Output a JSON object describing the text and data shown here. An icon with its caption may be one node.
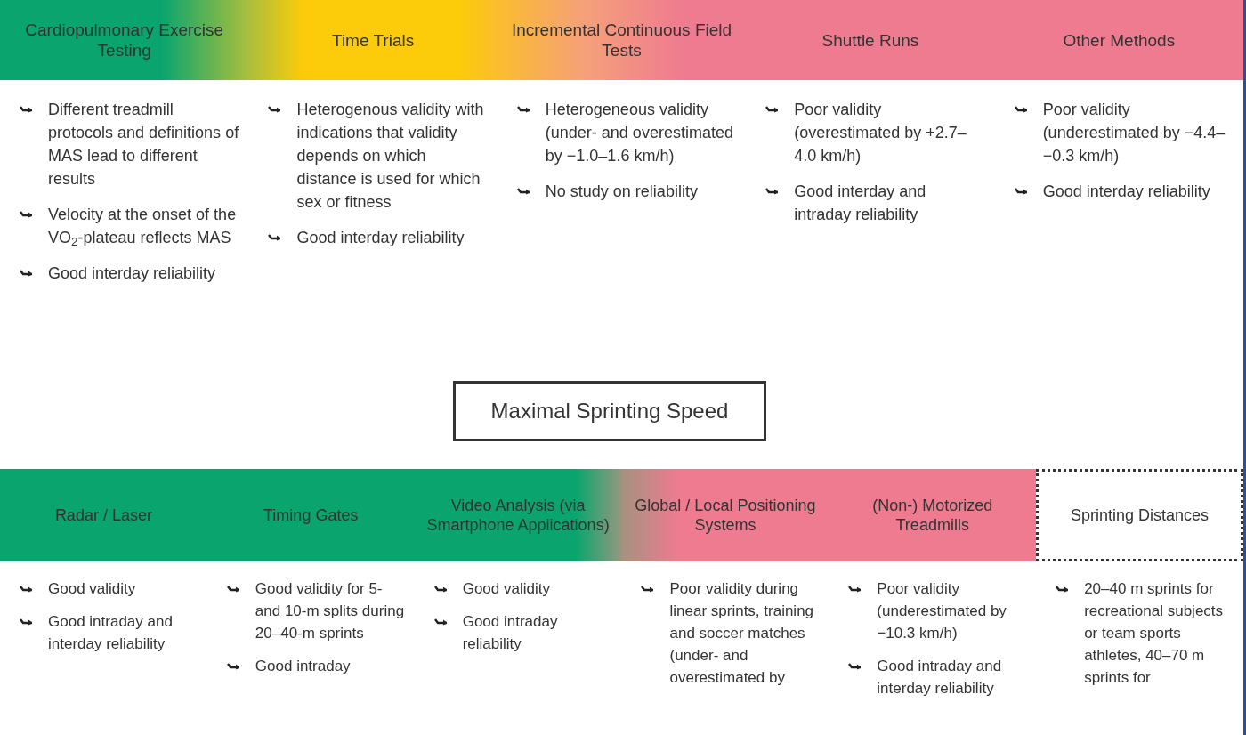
{
  "diagram": {
    "nodes": [
      {
        "text": [
          "Cardiopulmonary Exercise Testing"
        ],
        "beside": [
          "Different treadmill protocols and definitions of MAS lead to different results",
          "Velocity at the onset of the VO$_{2}$-plateau reflects MAS",
          "Good interday reliability"
        ]
      },
      {
        "text": [
          "Time Trials"
        ],
        "beside": [
          "Heterogenous validity with indications that validity depends on which distance is used for which sex or fitness",
          "Good interday reliability"
        ]
      },
      {
        "text": [
          "Incremental Continuous Field Tests"
        ],
        "beside": [
          "Heterogeneous validity (under- and overestimated by −1.0–1.6 km/h)",
          "No study on reliability"
        ]
      },
      {
        "text": [
          "Shuttle Runs"
        ],
        "beside": [
          "Poor validity (overestimated by +2.7–4.0 km/h)",
          "Good interday and intraday reliability"
        ]
      },
      {
        "text": [
          "Other Methods"
        ],
        "beside": [
          "Poor validity (underestimated by −4.4–−0.3 km/h)",
          "Good interday reliability"
        ]
      },
      {
        "text": [
          "Maximal Sprinting Speed"
        ]
      },
      {
        "text": [
          "Radar / Laser"
        ],
        "beside": [
          "Good validity",
          "Good intraday and interday reliability"
        ]
      },
      {
        "text": [
          "Timing Gates"
        ],
        "beside": [
          "Good validity for 5- and 10-m splits during 20–40-m sprints",
          "Good intraday"
        ]
      },
      {
        "text": [
          "Video Analysis (via Smartphone Applications)"
        ],
        "beside": [
          "Good validity",
          "Good intraday reliability"
        ]
      },
      {
        "text": [
          "Global / Local Positioning Systems"
        ],
        "beside": [
          "Poor validity during linear sprints, training and soccer matches (under- and overestimated by"
        ]
      },
      {
        "text": [
          "(Non-) Motorized Treadmills"
        ],
        "beside": [
          "Poor validity (underestimated by −10.3 km/h)",
          "Good intraday and interday reliability"
        ]
      },
      {
        "text": [
          "Sprinting Distances"
        ],
        "beside": [
          "20–40 m sprints for recreational subjects or team sports athletes, 40–70 m sprints for"
        ]
      }
    ],
    "edges": []
  }
}
